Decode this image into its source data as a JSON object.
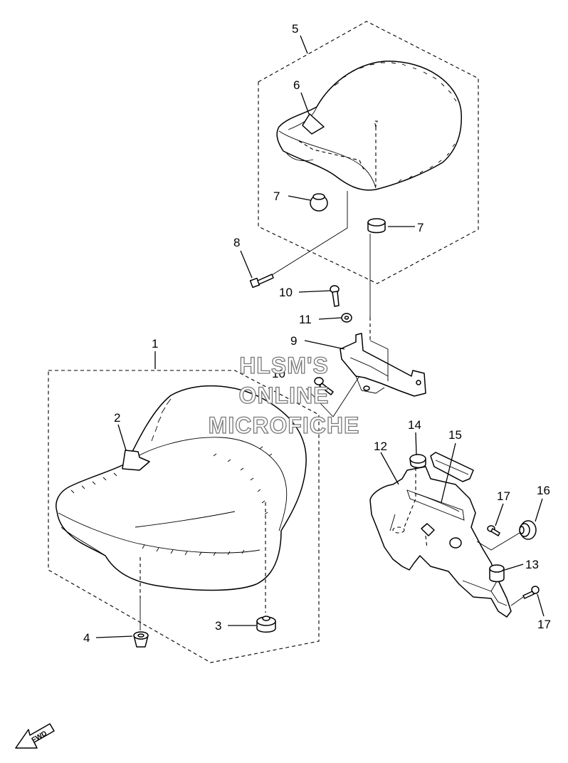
{
  "diagram": {
    "callouts": [
      {
        "id": "c5",
        "label": "5"
      },
      {
        "id": "c6",
        "label": "6"
      },
      {
        "id": "c7a",
        "label": "7"
      },
      {
        "id": "c7b",
        "label": "7"
      },
      {
        "id": "c8",
        "label": "8"
      },
      {
        "id": "c10a",
        "label": "10"
      },
      {
        "id": "c11",
        "label": "11"
      },
      {
        "id": "c9",
        "label": "9"
      },
      {
        "id": "c10b",
        "label": "10"
      },
      {
        "id": "c1",
        "label": "1"
      },
      {
        "id": "c2",
        "label": "2"
      },
      {
        "id": "c14",
        "label": "14"
      },
      {
        "id": "c15",
        "label": "15"
      },
      {
        "id": "c12",
        "label": "12"
      },
      {
        "id": "c17a",
        "label": "17"
      },
      {
        "id": "c16",
        "label": "16"
      },
      {
        "id": "c13",
        "label": "13"
      },
      {
        "id": "c17b",
        "label": "17"
      },
      {
        "id": "c3",
        "label": "3"
      },
      {
        "id": "c4",
        "label": "4"
      }
    ],
    "watermark": [
      "HLSM'S",
      "ONLINE",
      "MICROFICHE"
    ],
    "direction_arrow_label": "FWD"
  }
}
